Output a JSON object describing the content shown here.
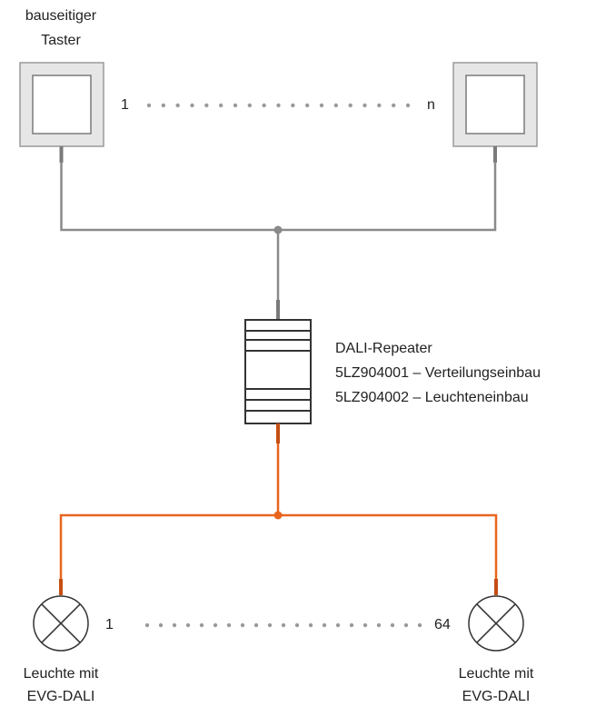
{
  "switches": {
    "label_line1": "bauseitiger",
    "label_line2": "Taster",
    "first_index": "1",
    "last_index": "n"
  },
  "repeater": {
    "title": "DALI-Repeater",
    "line1": "5LZ904001 – Verteilungseinbau",
    "line2": "5LZ904002 – Leuchteneinbau"
  },
  "luminaires": {
    "first_index": "1",
    "last_index": "64",
    "left_label_line1": "Leuchte mit",
    "left_label_line2": "EVG-DALI",
    "right_label_line1": "Leuchte mit",
    "right_label_line2": "EVG-DALI"
  },
  "colors": {
    "control_wire": "#8a8a8a",
    "dali_wire": "#e8641e",
    "dots": "#9a9a9a"
  }
}
